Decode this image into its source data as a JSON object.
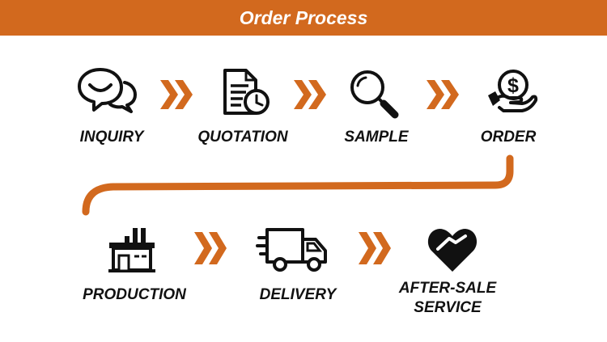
{
  "header": {
    "title": "Order Process"
  },
  "colors": {
    "accent": "#d2691e",
    "icon": "#111111",
    "text": "#111111"
  },
  "steps": [
    {
      "label": "INQUIRY",
      "icon": "chat-bubbles-icon"
    },
    {
      "label": "QUOTATION",
      "icon": "document-clock-icon"
    },
    {
      "label": "SAMPLE",
      "icon": "magnifier-icon"
    },
    {
      "label": "ORDER",
      "icon": "hand-coin-icon"
    },
    {
      "label": "PRODUCTION",
      "icon": "factory-icon"
    },
    {
      "label": "DELIVERY",
      "icon": "truck-icon"
    },
    {
      "label_line1": "AFTER-SALE",
      "label_line2": "SERVICE",
      "icon": "heart-icon"
    }
  ]
}
